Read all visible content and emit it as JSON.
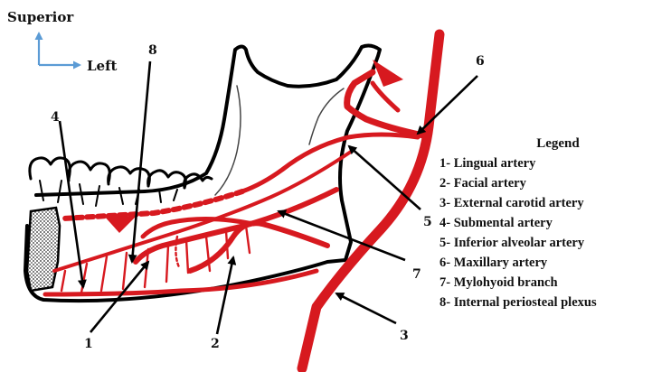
{
  "orientation": {
    "superior": "Superior",
    "left": "Left"
  },
  "labels": {
    "n1": "1",
    "n2": "2",
    "n3": "3",
    "n4": "4",
    "n5": "5",
    "n6": "6",
    "n7": "7",
    "n8": "8"
  },
  "legend": {
    "title": "Legend",
    "items": [
      "1- Lingual artery",
      "2- Facial artery",
      "3- External carotid artery",
      "4- Submental artery",
      "5- Inferior alveolar artery",
      "6- Maxillary artery",
      "7- Mylohyoid branch",
      "8- Internal periosteal plexus"
    ]
  },
  "colors": {
    "artery": "#d7191f",
    "artery_light": "#e8606a",
    "bone_outline": "#000000",
    "orientation_arrow": "#5b9bd5"
  }
}
